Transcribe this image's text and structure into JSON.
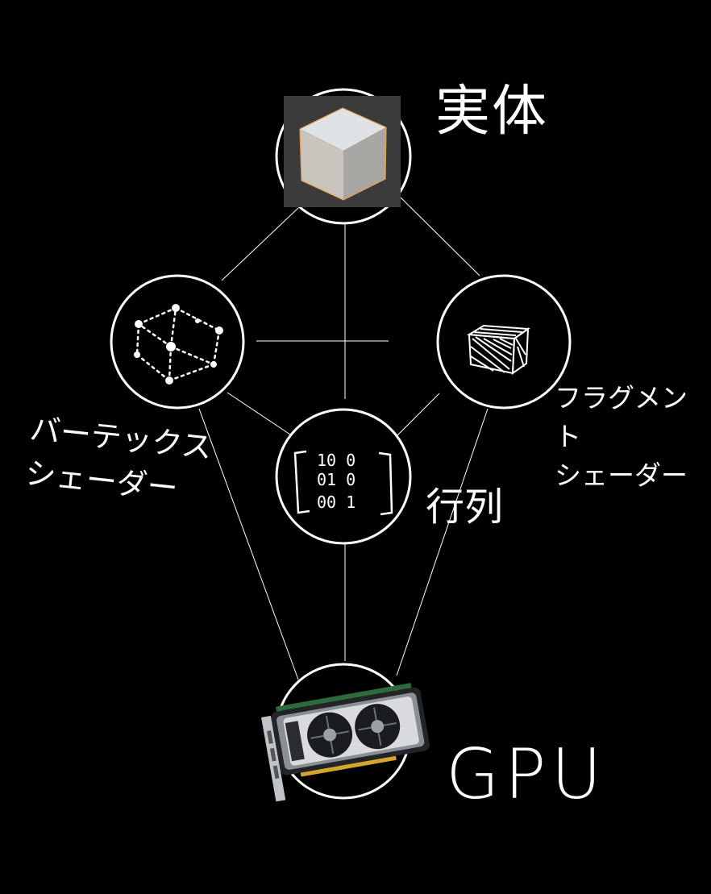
{
  "diagram": {
    "background": "#000000",
    "line_color": "#ffffff",
    "nodes": {
      "entity": {
        "label": "実体",
        "icon": "cube-render-icon"
      },
      "vertex_shader": {
        "label": "バーテックス\nシェーダー",
        "icon": "vertex-graph-sketch-icon"
      },
      "fragment_shader": {
        "label": "フラグメント\nシェーダー",
        "icon": "shaded-cube-sketch-icon"
      },
      "matrix": {
        "label": "行列",
        "icon": "matrix-bracket-icon",
        "rows": [
          "10 0",
          "01 0",
          "00 1"
        ]
      },
      "gpu": {
        "label": "GPU",
        "icon": "graphics-card-icon"
      }
    }
  }
}
